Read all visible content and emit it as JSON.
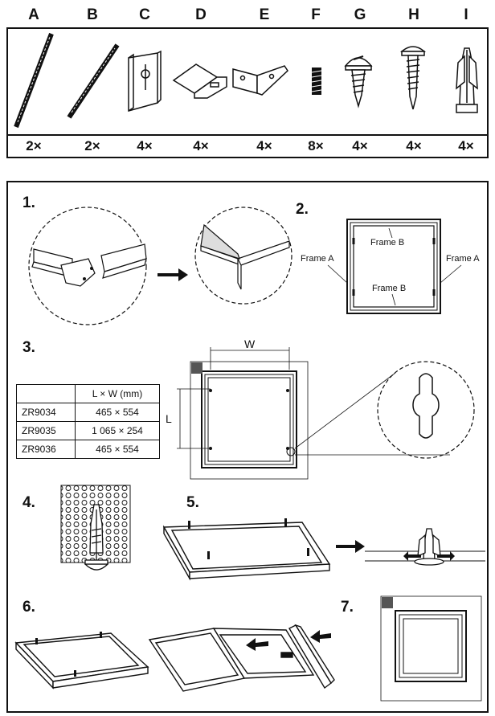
{
  "parts": [
    {
      "letter": "A",
      "qty": "2×"
    },
    {
      "letter": "B",
      "qty": "2×"
    },
    {
      "letter": "C",
      "qty": "4×"
    },
    {
      "letter": "D",
      "qty": "4×"
    },
    {
      "letter": "E",
      "qty": "4×"
    },
    {
      "letter": "F",
      "qty": "8×"
    },
    {
      "letter": "G",
      "qty": "4×"
    },
    {
      "letter": "H",
      "qty": "4×"
    },
    {
      "letter": "I",
      "qty": "4×"
    }
  ],
  "steps": {
    "s1": "1.",
    "s2": "2.",
    "s3": "3.",
    "s4": "4.",
    "s5": "5.",
    "s6": "6.",
    "s7": "7."
  },
  "step2": {
    "frame_a_left": "Frame A",
    "frame_a_right": "Frame A",
    "frame_b_top": "Frame B",
    "frame_b_bottom": "Frame B"
  },
  "step3": {
    "w_label": "W",
    "l_label": "L",
    "table_header": "L × W (mm)",
    "rows": [
      {
        "model": "ZR9034",
        "dims": "465 × 554"
      },
      {
        "model": "ZR9035",
        "dims": "1 065 × 254"
      },
      {
        "model": "ZR9036",
        "dims": "465 × 554"
      }
    ]
  }
}
